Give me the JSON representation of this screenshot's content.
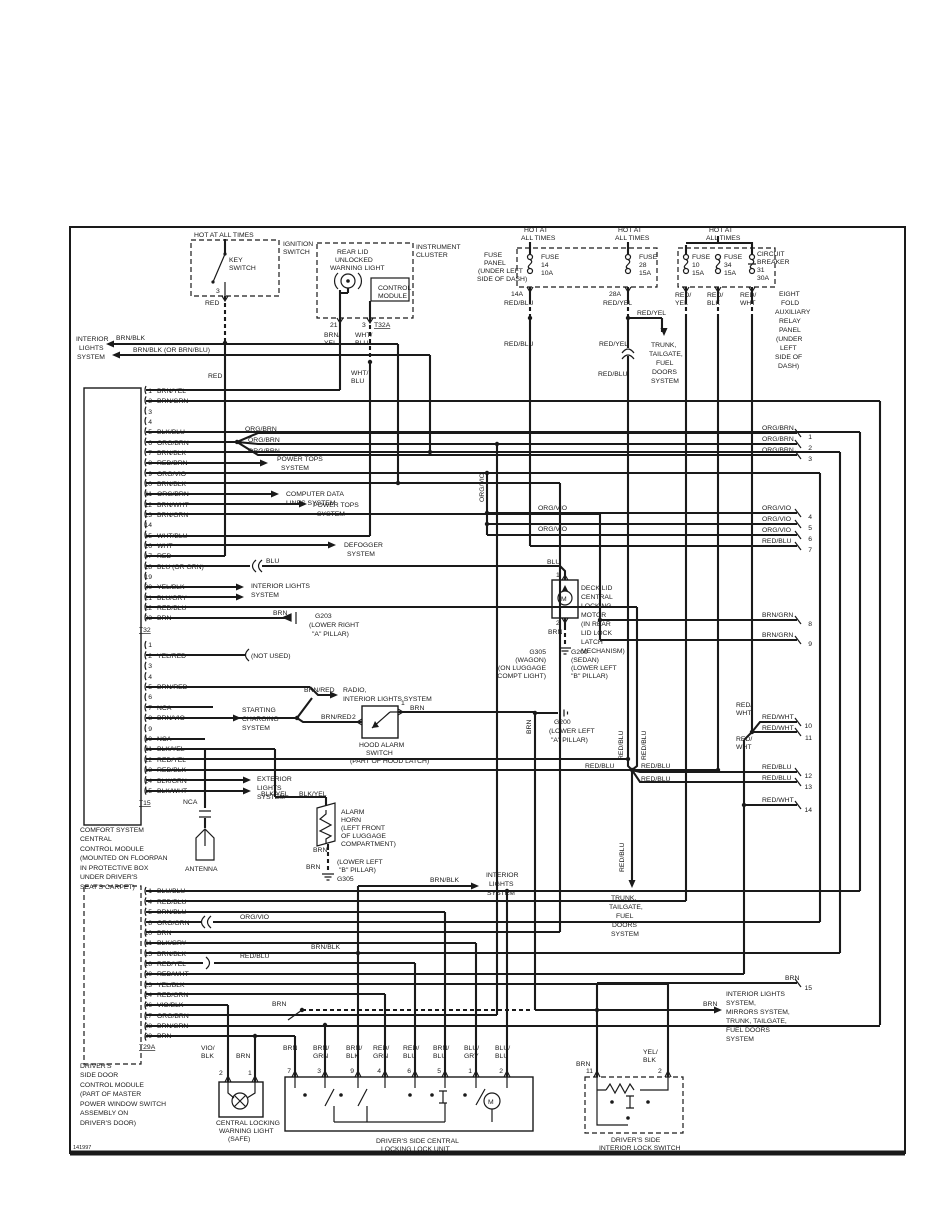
{
  "frame": {
    "footnote": "141997"
  },
  "hot1": "HOT AT ALL TIMES",
  "hot2": [
    "HOT AT",
    "ALL TIMES"
  ],
  "w": {
    "red": "RED",
    "blu": "BLU",
    "brn": "BRN",
    "wht": "WHT",
    "nca": "NCA",
    "red_blu": "RED/BLU",
    "red_yel": "RED/YEL",
    "red_blk": "RED/BLK",
    "red_wht": "RED/WHT",
    "red_brn": "RED/BRN",
    "red_grn": "RED/GRN",
    "brn_yel": "BRN/YEL",
    "brn_grn": "BRN/GRN",
    "brn_blk": "BRN/BLK",
    "brn_wht": "BRN/WHT",
    "brn_red": "BRN/RED",
    "brn_vio": "BRN/VIO",
    "brn_blu": "BRN/BLU",
    "blk_blu": "BLK/BLU",
    "blk_yel": "BLK/YEL",
    "blk_grn": "BLK/GRN",
    "blk_wht": "BLK/WHT",
    "blk_gry": "BLK/GRY",
    "org_brn": "ORG/BRN",
    "org_vio": "ORG/VIO",
    "org_grn": "ORG/GRN",
    "wht_blu": "WHT/BLU",
    "blu_or_grn": "BLU (OR GRN)",
    "blu_gry": "BLU/GRY",
    "blu_blu": "BLU/BLU",
    "yel_blk": "YEL/BLK",
    "yel_red": "YEL/RED",
    "vio_blk": "VIO/BLK",
    "brn_blk_or_blu": "BRN/BLK (OR BRN/BLU)"
  },
  "w2": {
    "brn_yel": [
      "BRN/",
      "YEL"
    ],
    "wht_blu": [
      "WHT/",
      "BLU"
    ],
    "red_yel": [
      "RED/",
      "YEL"
    ],
    "red_blk": [
      "RED/",
      "BLK"
    ],
    "red_wht": [
      "RED/",
      "WHT"
    ],
    "vio_blk": [
      "VIO/",
      "BLK"
    ],
    "yel_blk": [
      "YEL/",
      "BLK"
    ]
  },
  "sys": {
    "int_lights": [
      "INTERIOR",
      "LIGHTS",
      "SYSTEM"
    ],
    "int_lights2": [
      "INTERIOR LIGHTS",
      "SYSTEM"
    ],
    "power_tops": [
      "POWER TOPS",
      "SYSTEM"
    ],
    "computer": [
      "COMPUTER DATA",
      "LINES SYSTEM"
    ],
    "defogger": [
      "DEFOGGER",
      "SYSTEM"
    ],
    "trunk": [
      "TRUNK,",
      "TAILGATE,",
      "FUEL",
      "DOORS",
      "SYSTEM"
    ],
    "starting": [
      "STARTING",
      "CHARGING",
      "SYSTEM"
    ],
    "radio": [
      "RADIO,",
      "INTERIOR LIGHTS SYSTEM"
    ],
    "exterior": [
      "EXTERIOR",
      "LIGHTS",
      "SYSTEM"
    ],
    "br": [
      "INTERIOR LIGHTS",
      "SYSTEM,",
      "MIRRORS SYSTEM,",
      "TRUNK, TAILGATE,",
      "FUEL DOORS",
      "SYSTEM"
    ],
    "not_used": "(NOT USED)"
  },
  "c": {
    "ignition": {
      "label": [
        "IGNITION",
        "SWITCH"
      ],
      "key": [
        "KEY",
        "SWITCH"
      ],
      "p3": "3"
    },
    "cluster": {
      "label": [
        "INSTRUMENT",
        "CLUSTER"
      ],
      "light": [
        "REAR LID",
        "UNLOCKED",
        "WARNING LIGHT"
      ],
      "module": [
        "CONTROL",
        "MODULE"
      ],
      "p21": "21",
      "p3": "3",
      "t32a": "T32A"
    },
    "fp1": {
      "label": [
        "FUSE",
        "PANEL",
        "(UNDER LEFT",
        "SIDE OF DASH)"
      ],
      "f14": [
        "FUSE",
        "14",
        "10A"
      ],
      "f28": [
        "FUSE",
        "28",
        "15A"
      ],
      "t14a": "14A",
      "t28a": "28A"
    },
    "fp2": {
      "f10": [
        "FUSE",
        "10",
        "15A"
      ],
      "f34": [
        "FUSE",
        "34",
        "15A"
      ],
      "cb": [
        "CIRCUIT",
        "BREAKER",
        "31",
        "30A"
      ],
      "relay": [
        "EIGHT",
        "FOLD",
        "AUXILIARY",
        "RELAY",
        "PANEL",
        "(UNDER",
        "LEFT",
        "SIDE OF",
        "DASH)"
      ]
    },
    "comfort": [
      "COMFORT SYSTEM",
      "CENTRAL",
      "CONTROL MODULE",
      "(MOUNTED ON FLOORPAN",
      "IN PROTECTIVE BOX",
      "UNDER DRIVER'S",
      "SEAT'S CARPET)"
    ],
    "door": [
      "DRIVER'S",
      "SIDE DOOR",
      "CONTROL MODULE",
      "(PART OF MASTER",
      "POWER WINDOW SWITCH",
      "ASSEMBLY ON",
      "DRIVER'S DOOR)"
    ],
    "motor": {
      "m": "M",
      "p1": "1",
      "p2": "2",
      "desc": [
        "DECK LID",
        "CENTRAL",
        "LOCKING",
        "MOTOR",
        "(IN REAR",
        "LID LOCK",
        "LATCH",
        "MECHANISM)"
      ],
      "gl": [
        "G305",
        "(WAGON)",
        "(ON LUGGAGE",
        "COMPT LIGHT)"
      ],
      "gr": [
        "G200",
        "(SEDAN)",
        "(LOWER LEFT",
        "\"B\" PILLAR)"
      ]
    },
    "hood": {
      "p1": "1",
      "p2": "2",
      "desc": [
        "HOOD ALARM",
        "SWITCH",
        "(PART OF HOOD LATCH)"
      ]
    },
    "horn": {
      "desc": [
        "ALARM",
        "HORN",
        "(LEFT FRONT",
        "OF LUGGAGE",
        "COMPARTMENT)"
      ],
      "g": [
        "(LOWER LEFT",
        "\"B\" PILLAR)",
        "G305"
      ]
    },
    "antenna": "ANTENNA",
    "g203": [
      "G203",
      "(LOWER RIGHT",
      "\"A\" PILLAR)"
    ],
    "g200": [
      "G200",
      "(LOWER LEFT",
      "\"A\" PILLAR)"
    ],
    "warn": {
      "p2": "2",
      "p1": "1",
      "desc": [
        "CENTRAL LOCKING",
        "WARNING LIGHT",
        "(SAFE)"
      ]
    },
    "lockunit": [
      "DRIVER'S SIDE CENTRAL",
      "LOCKING LOCK UNIT"
    ],
    "lockswitch": {
      "p11": "11",
      "p2": "2",
      "desc": [
        "DRIVER'S SIDE",
        "INTERIOR LOCK SWITCH"
      ]
    }
  },
  "t32": {
    "label": "T32",
    "pins": [
      [
        "1",
        "BRN/YEL"
      ],
      [
        "2",
        "BRN/GRN"
      ],
      [
        "3",
        ""
      ],
      [
        "4",
        ""
      ],
      [
        "5",
        "BLK/BLU"
      ],
      [
        "6",
        "ORG/BRN"
      ],
      [
        "7",
        "BRN/BLK"
      ],
      [
        "8",
        "RED/BRN"
      ],
      [
        "9",
        "ORG/VIO"
      ],
      [
        "10",
        "BRN/BLK"
      ],
      [
        "11",
        "ORG/BRN"
      ],
      [
        "12",
        "BRN/WHT"
      ],
      [
        "13",
        "BRN/GRN"
      ],
      [
        "14",
        ""
      ],
      [
        "15",
        "WHT/BLU"
      ],
      [
        "16",
        "WHT"
      ],
      [
        "17",
        "RED"
      ],
      [
        "18",
        "BLU (OR GRN)"
      ],
      [
        "19",
        ""
      ],
      [
        "20",
        "YEL/BLK"
      ],
      [
        "21",
        "BLU/GRY"
      ],
      [
        "22",
        "RED/BLU"
      ],
      [
        "23",
        "BRN"
      ]
    ]
  },
  "t15": {
    "label": "T15",
    "pins": [
      [
        "1",
        ""
      ],
      [
        "2",
        "YEL/RED"
      ],
      [
        "3",
        ""
      ],
      [
        "4",
        ""
      ],
      [
        "5",
        "BRN/RED"
      ],
      [
        "6",
        ""
      ],
      [
        "7",
        "NCA"
      ],
      [
        "8",
        "BRN/VIO"
      ],
      [
        "9",
        ""
      ],
      [
        "10",
        "NCA"
      ],
      [
        "11",
        "BLK/YEL"
      ],
      [
        "12",
        "RED/YEL"
      ],
      [
        "13",
        "RED/BLK"
      ],
      [
        "14",
        "BLK/GRN"
      ],
      [
        "15",
        "BLK/WHT"
      ]
    ]
  },
  "t29a": {
    "label": "T29A",
    "pins": [
      [
        "1",
        "BLU/BLU"
      ],
      [
        "4",
        "RED/BLU"
      ],
      [
        "5",
        "BRN/BLU"
      ],
      [
        "8",
        "ORG/GRN"
      ],
      [
        "10",
        "BRN"
      ],
      [
        "11",
        "BLK/GRY"
      ],
      [
        "15",
        "BRN/BLK"
      ],
      [
        "18",
        "RED/YEL"
      ],
      [
        "20",
        "RED/WHT"
      ],
      [
        "23",
        "YEL/BLK"
      ],
      [
        "24",
        "RED/GRN"
      ],
      [
        "26",
        "VIO/BLK"
      ],
      [
        "27",
        "ORG/BRN"
      ],
      [
        "28",
        "BRN/GRN"
      ],
      [
        "29",
        "BRN"
      ]
    ]
  },
  "edge": {
    "pins": [
      [
        "1",
        "ORG/BRN"
      ],
      [
        "2",
        "ORG/BRN"
      ],
      [
        "3",
        "ORG/BRN"
      ],
      [
        "4",
        "ORG/VIO"
      ],
      [
        "5",
        "ORG/VIO"
      ],
      [
        "6",
        "ORG/VIO"
      ],
      [
        "7",
        "RED/BLU"
      ],
      [
        "8",
        "BRN/GRN"
      ],
      [
        "9",
        "BRN/GRN"
      ],
      [
        "10",
        "RED/WHT"
      ],
      [
        "11",
        "RED/WHT"
      ],
      [
        "12",
        "RED/BLU"
      ],
      [
        "13",
        "RED/BLU"
      ],
      [
        "14",
        "RED/WHT"
      ],
      [
        "15",
        "BRN"
      ]
    ]
  },
  "lock": {
    "pins": [
      [
        "7",
        [
          "BRN",
          ""
        ]
      ],
      [
        "3",
        [
          "BRN/",
          "GRN"
        ]
      ],
      [
        "9",
        [
          "BRN/",
          "BLK"
        ]
      ],
      [
        "4",
        [
          "RED/",
          "GRN"
        ]
      ],
      [
        "6",
        [
          "RED/",
          "BLU"
        ]
      ],
      [
        "5",
        [
          "BRN/",
          "BLU"
        ]
      ],
      [
        "1",
        [
          "BLU/",
          "GRY"
        ]
      ],
      [
        "2",
        [
          "BLU/",
          "BLU"
        ]
      ]
    ]
  }
}
